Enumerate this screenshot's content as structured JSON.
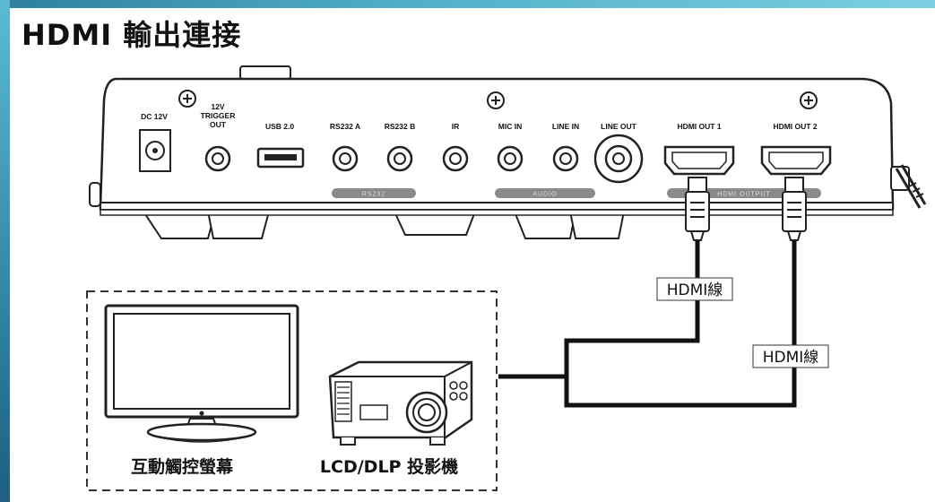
{
  "title": "HDMI 輸出連接",
  "ports": {
    "dc": "DC 12V",
    "trigger_1": "12V",
    "trigger_2": "TRIGGER",
    "trigger_3": "OUT",
    "usb": "USB 2.0",
    "rs232a": "RS232 A",
    "rs232b": "RS232 B",
    "ir": "IR",
    "mic_in": "MIC IN",
    "line_in": "LINE IN",
    "line_out": "LINE OUT",
    "hdmi_out_1": "HDMI OUT 1",
    "hdmi_out_2": "HDMI OUT 2"
  },
  "groups": {
    "rs232": "RS232",
    "audio": "AUDIO",
    "hdmi_out": "HDMI OUTPUT"
  },
  "cables": {
    "cable_1": "HDMI線",
    "cable_2": "HDMI線"
  },
  "devices": {
    "monitor": "互動觸控螢幕",
    "projector": "LCD/DLP 投影機"
  }
}
